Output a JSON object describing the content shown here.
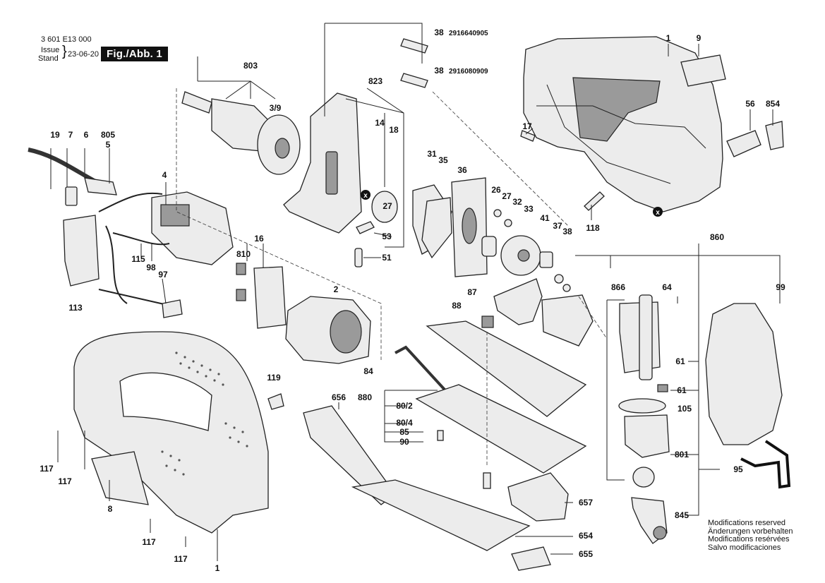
{
  "header": {
    "doc_number": "3 601 E13 000",
    "issue_label": "Issue",
    "stand_label": "Stand",
    "date": "23-06-20",
    "figure_label": "Fig./Abb. 1"
  },
  "notes": [
    "Modifications reserved",
    "Änderungen vorbehalten",
    "Modifications resérvées",
    "Salvo modificaciones"
  ],
  "callouts": {
    "c1_top": "1",
    "c9": "9",
    "c38a": "38",
    "pn38a": "2916640905",
    "c38b": "38",
    "pn38b": "2916080909",
    "c803": "803",
    "c3_9": "3/9",
    "c823": "823",
    "c14": "14",
    "c18": "18",
    "c19": "19",
    "c7": "7",
    "c6": "6",
    "c805": "805",
    "c5": "5",
    "c4": "4",
    "c31": "31",
    "c35": "35",
    "c36": "36",
    "c17": "17",
    "c56": "56",
    "c854": "854",
    "c27a": "27",
    "c26": "26",
    "c27b": "27",
    "c32": "32",
    "c33": "33",
    "c41": "41",
    "c37": "37",
    "c38c": "38",
    "c118": "118",
    "c53": "53",
    "c51": "51",
    "c810": "810",
    "c16": "16",
    "c115": "115",
    "c98": "98",
    "c97": "97",
    "c113": "113",
    "c2": "2",
    "c87": "87",
    "c860": "860",
    "c866": "866",
    "c64": "64",
    "c99": "99",
    "c88": "88",
    "c84": "84",
    "c119": "119",
    "c880": "880",
    "c80_2": "80/2",
    "c80_4": "80/4",
    "c85": "85",
    "c90": "90",
    "c656": "656",
    "c61a": "61",
    "c61b": "61",
    "c105": "105",
    "c801": "801",
    "c95": "95",
    "c117a": "117",
    "c117b": "117",
    "c117c": "117",
    "c117d": "117",
    "c8": "8",
    "c1_bottom": "1",
    "c657": "657",
    "c654": "654",
    "c655": "655",
    "c845": "845"
  }
}
